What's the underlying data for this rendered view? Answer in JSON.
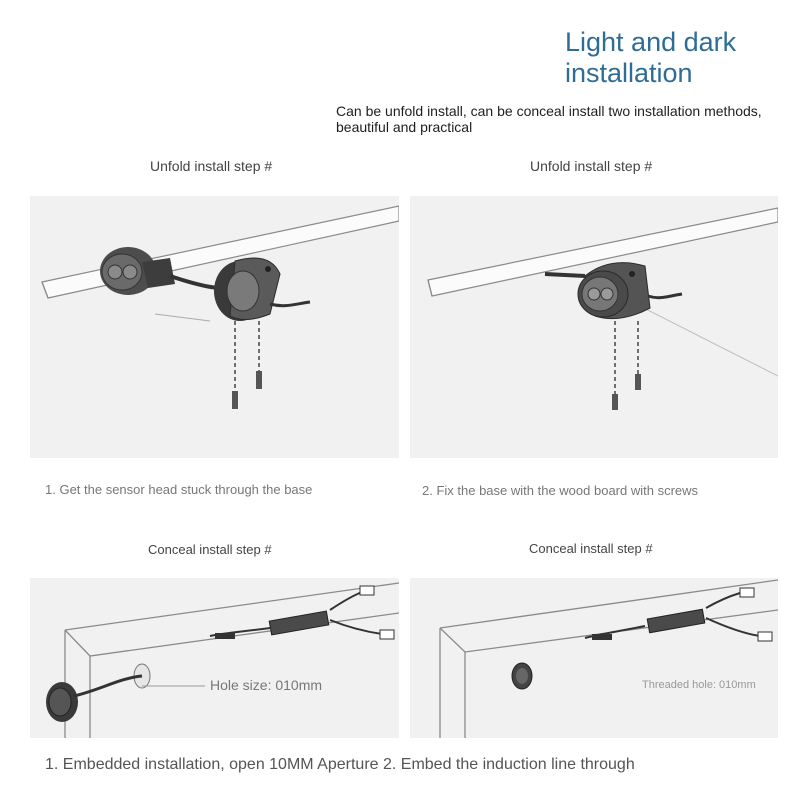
{
  "header": {
    "title_line1": "Light and dark",
    "title_line2": "installation",
    "subtitle": "Can be unfold install, can be conceal install two installation methods, beautiful and practical"
  },
  "unfold": {
    "left_heading": "Unfold install step #",
    "right_heading": "Unfold install step #",
    "caption_left": "1. Get the sensor head stuck through the base",
    "caption_right": "2. Fix the base with the wood board with screws"
  },
  "conceal": {
    "left_heading": "Conceal install step #",
    "right_heading": "Conceal install step #",
    "left_label": "Hole size: 010mm",
    "right_label": "Threaded hole: 010mm",
    "caption": "1. Embedded installation, open 10MM Aperture 2. Embed the induction line through"
  }
}
